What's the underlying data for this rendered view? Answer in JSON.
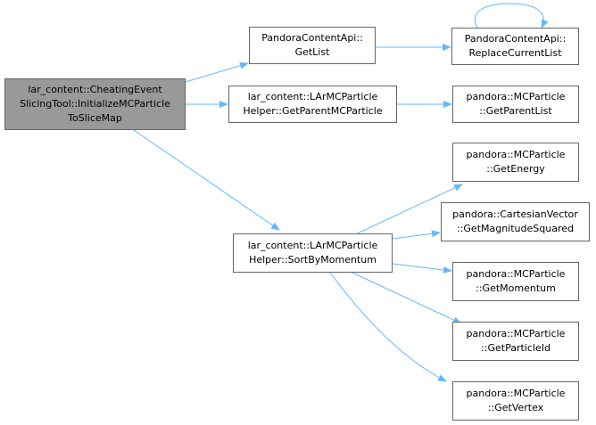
{
  "colors": {
    "edge": "#63b8ff",
    "node_border": "#666666",
    "root_fill": "#999999",
    "node_fill": "#ffffff"
  },
  "nodes": {
    "root": [
      "lar_content::CheatingEvent",
      "SlicingTool::InitializeMCParticle",
      "ToSliceMap"
    ],
    "get_list": [
      "PandoraContentApi::",
      "GetList"
    ],
    "replace_current_list": [
      "PandoraContentApi::",
      "ReplaceCurrentList"
    ],
    "get_parent_mc_particle": [
      "lar_content::LArMCParticle",
      "Helper::GetParentMCParticle"
    ],
    "get_parent_list": [
      "pandora::MCParticle",
      "::GetParentList"
    ],
    "sort_by_momentum": [
      "lar_content::LArMCParticle",
      "Helper::SortByMomentum"
    ],
    "get_energy": [
      "pandora::MCParticle",
      "::GetEnergy"
    ],
    "get_magnitude_squared": [
      "pandora::CartesianVector",
      "::GetMagnitudeSquared"
    ],
    "get_momentum": [
      "pandora::MCParticle",
      "::GetMomentum"
    ],
    "get_particle_id": [
      "pandora::MCParticle",
      "::GetParticleId"
    ],
    "get_vertex": [
      "pandora::MCParticle",
      "::GetVertex"
    ]
  }
}
